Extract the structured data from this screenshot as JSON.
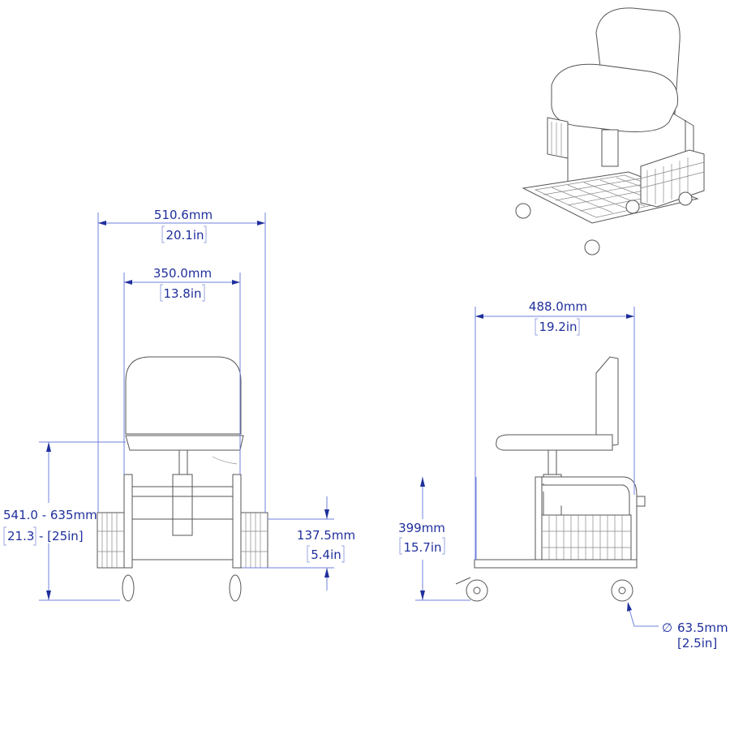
{
  "drawing": {
    "front_view": {
      "overall_width": {
        "mm": "510.6mm",
        "in": "20.1in"
      },
      "seat_width": {
        "mm": "350.0mm",
        "in": "13.8in"
      },
      "seat_height": {
        "mm": "541.0 - 635mm",
        "in_min": "21.3",
        "in_sep": " - [25in]"
      },
      "basket_height": {
        "mm": "137.5mm",
        "in": "5.4in"
      }
    },
    "side_view": {
      "overall_depth": {
        "mm": "488.0mm",
        "in": "19.2in"
      },
      "frame_height": {
        "mm": "399mm",
        "in": "15.7in"
      },
      "wheel_diameter": {
        "symbol": "∅",
        "mm": "63.5mm",
        "in": "[2.5in]"
      }
    },
    "colors": {
      "dimension_text": "#1f2f9c",
      "dimension_line": "#6f80dc",
      "linework": "#555555"
    }
  }
}
